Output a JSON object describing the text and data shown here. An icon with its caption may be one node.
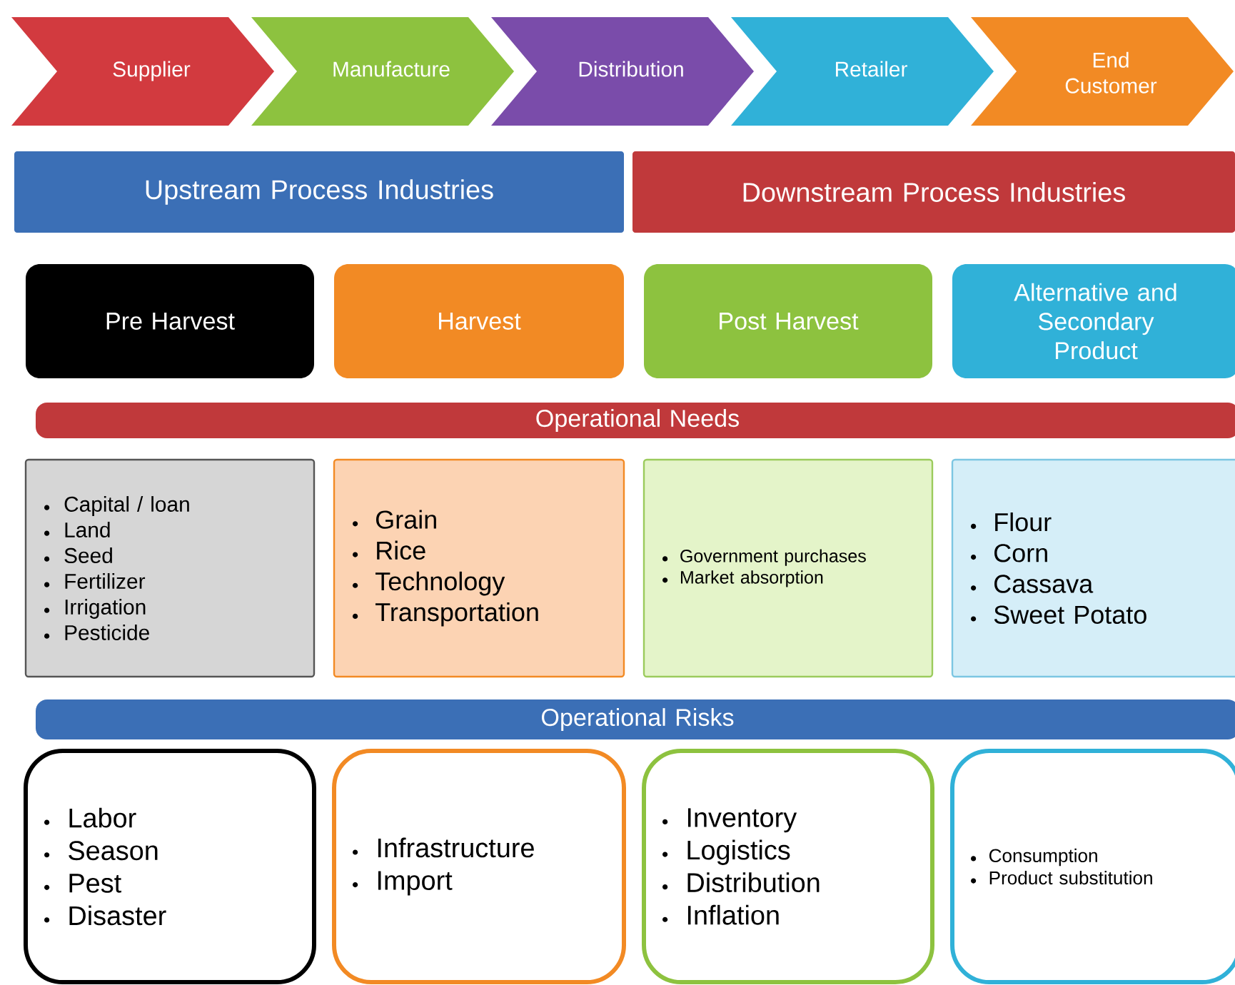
{
  "diagram": {
    "nodes": [
      {
        "text": [
          "Supplier"
        ]
      },
      {
        "text": [
          "Manufacture"
        ]
      },
      {
        "text": [
          "Distribution"
        ]
      },
      {
        "text": [
          "Retailer"
        ]
      },
      {
        "text": [
          "End Customer"
        ]
      },
      {
        "text": [
          "Upstream Process Industries"
        ]
      },
      {
        "text": [
          "Downstream Process Industries"
        ]
      },
      {
        "text": [
          "Pre Harvest"
        ]
      },
      {
        "text": [
          "Harvest"
        ]
      },
      {
        "text": [
          "Post Harvest"
        ]
      },
      {
        "text": [
          "Alternative and Secondary Product"
        ]
      },
      {
        "text": [
          "Operational Needs"
        ]
      },
      {
        "text": [
          "Capital / loan",
          "Land",
          "Seed",
          "Fertilizer",
          "Irrigation",
          "Pesticide"
        ]
      },
      {
        "text": [
          "Grain",
          "Rice",
          "Technology",
          "Transportation"
        ]
      },
      {
        "text": [
          "Government purchases",
          "Market absorption"
        ]
      },
      {
        "text": [
          "Flour",
          "Corn",
          "Cassava",
          "Sweet Potato"
        ]
      },
      {
        "text": [
          "Operational Risks"
        ]
      },
      {
        "text": [
          "Labor",
          "Season",
          "Pest",
          "Disaster"
        ]
      },
      {
        "text": [
          "Infrastructure",
          "Import"
        ]
      },
      {
        "text": [
          "Inventory",
          "Logistics",
          "Distribution",
          "Inflation"
        ]
      },
      {
        "text": [
          "Consumption",
          "Product substitution"
        ]
      }
    ]
  }
}
